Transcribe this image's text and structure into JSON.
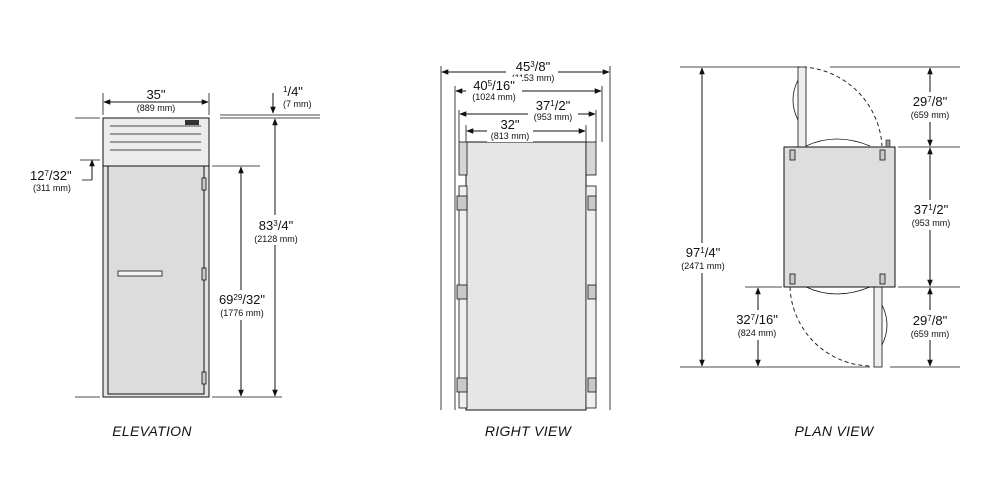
{
  "views": {
    "elevation": {
      "caption": "ELEVATION",
      "width": {
        "whole": "35",
        "rest": "\"",
        "metric": "(889 mm)"
      },
      "top_gap": {
        "whole": "",
        "num": "1",
        "den": "/4",
        "rest": "\"",
        "metric": "(7 mm)"
      },
      "louver_height": {
        "whole": "12",
        "num": "7",
        "den": "/32",
        "rest": "\"",
        "metric": "(311 mm)"
      },
      "overall_height": {
        "whole": "83",
        "num": "3",
        "den": "/4",
        "rest": "\"",
        "metric": "(2128 mm)"
      },
      "door_height": {
        "whole": "69",
        "num": "29",
        "den": "/32",
        "rest": "\"",
        "metric": "(1776 mm)"
      }
    },
    "right_view": {
      "caption": "RIGHT VIEW",
      "overall_depth": {
        "whole": "45",
        "num": "3",
        "den": "/8",
        "rest": "\"",
        "metric": "(1153 mm)"
      },
      "depth_with_handle": {
        "whole": "40",
        "num": "5",
        "den": "/16",
        "rest": "\"",
        "metric": "(1024 mm)"
      },
      "cabinet_depth": {
        "whole": "37",
        "num": "1",
        "den": "/2",
        "rest": "\"",
        "metric": "(953 mm)"
      },
      "body_depth": {
        "whole": "32",
        "rest": "\"",
        "metric": "(813 mm)"
      }
    },
    "plan_view": {
      "caption": "PLAN VIEW",
      "door_swing_top": {
        "whole": "29",
        "num": "7",
        "den": "/8",
        "rest": "\"",
        "metric": "(659 mm)"
      },
      "cabinet_depth": {
        "whole": "37",
        "num": "1",
        "den": "/2",
        "rest": "\"",
        "metric": "(953 mm)"
      },
      "door_swing_bottom": {
        "whole": "29",
        "num": "7",
        "den": "/8",
        "rest": "\"",
        "metric": "(659 mm)"
      },
      "total_clearance": {
        "whole": "97",
        "num": "1",
        "den": "/4",
        "rest": "\"",
        "metric": "(2471 mm)"
      },
      "door_width": {
        "whole": "32",
        "num": "7",
        "den": "/16",
        "rest": "\"",
        "metric": "(824 mm)"
      }
    }
  },
  "colors": {
    "panel": "#e3e3e3",
    "line": "#111111"
  }
}
